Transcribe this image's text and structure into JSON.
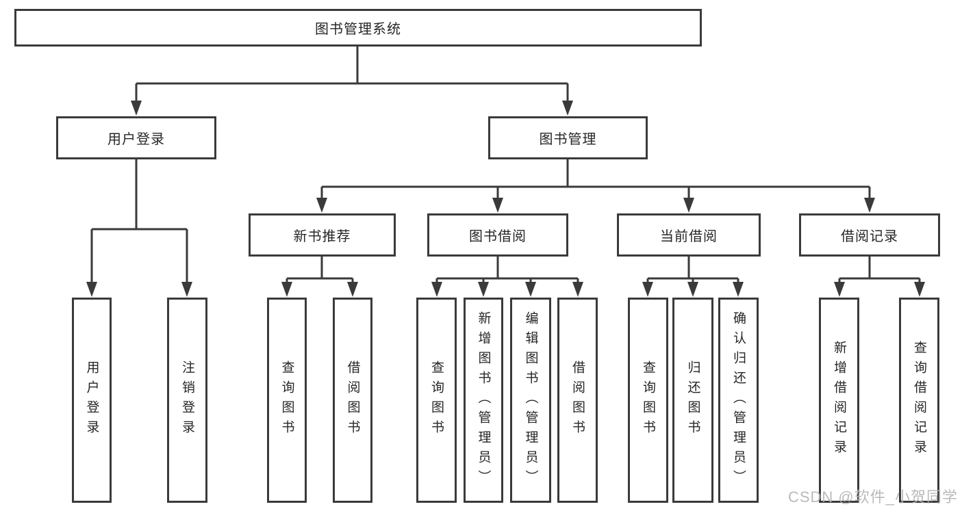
{
  "tree": {
    "label": "图书管理系统",
    "children": [
      {
        "label": "用户登录",
        "children": [
          {
            "label": "用户登录"
          },
          {
            "label": "注销登录"
          }
        ]
      },
      {
        "label": "图书管理",
        "children": [
          {
            "label": "新书推荐",
            "children": [
              {
                "label": "查询图书"
              },
              {
                "label": "借阅图书"
              }
            ]
          },
          {
            "label": "图书借阅",
            "children": [
              {
                "label": "查询图书"
              },
              {
                "label": "新增图书（管理员）"
              },
              {
                "label": "编辑图书（管理员）"
              },
              {
                "label": "借阅图书"
              }
            ]
          },
          {
            "label": "当前借阅",
            "children": [
              {
                "label": "查询图书"
              },
              {
                "label": "归还图书"
              },
              {
                "label": "确认归还（管理员）"
              }
            ]
          },
          {
            "label": "借阅记录",
            "children": [
              {
                "label": "新增借阅记录"
              },
              {
                "label": "查询借阅记录"
              }
            ]
          }
        ]
      }
    ]
  },
  "watermark": {
    "text": "CSDN @软件_小贺同学"
  },
  "colors": {
    "line": "#3a3a3a",
    "box_background": "#ffffff",
    "text": "#262626",
    "watermark": "#b3b3b3"
  }
}
